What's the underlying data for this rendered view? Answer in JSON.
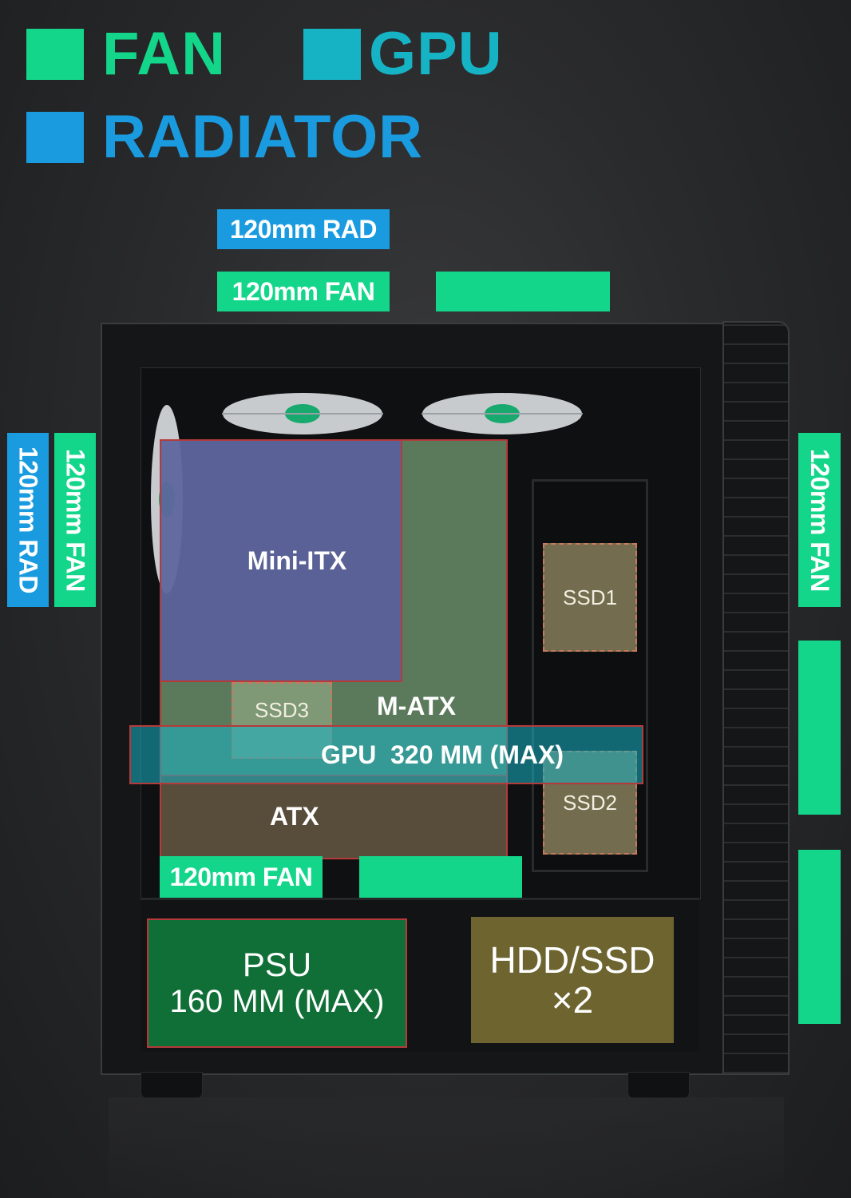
{
  "legend": {
    "fan": {
      "label": "FAN",
      "color": "#13d68a"
    },
    "gpu": {
      "label": "GPU",
      "color": "#16b3c5"
    },
    "radiator": {
      "label": "RADIATOR",
      "color": "#1a9be0"
    }
  },
  "top": {
    "rad_label": "120mm RAD",
    "fan_label": "120mm FAN"
  },
  "left": {
    "rad_label": "120mm RAD",
    "fan_label": "120mm FAN"
  },
  "right": {
    "fan_label": "120mm FAN"
  },
  "bottom_fan": {
    "label": "120mm FAN"
  },
  "zones": {
    "mini_itx": "Mini-ITX",
    "m_atx": "M-ATX",
    "atx": "ATX",
    "gpu": "GPU  320 MM (MAX)",
    "ssd1": "SSD1",
    "ssd2": "SSD2",
    "ssd3": "SSD3",
    "psu_line1": "PSU",
    "psu_line2": "160 MM (MAX)",
    "hdd_line1": "HDD/SSD",
    "hdd_line2": "×2"
  }
}
